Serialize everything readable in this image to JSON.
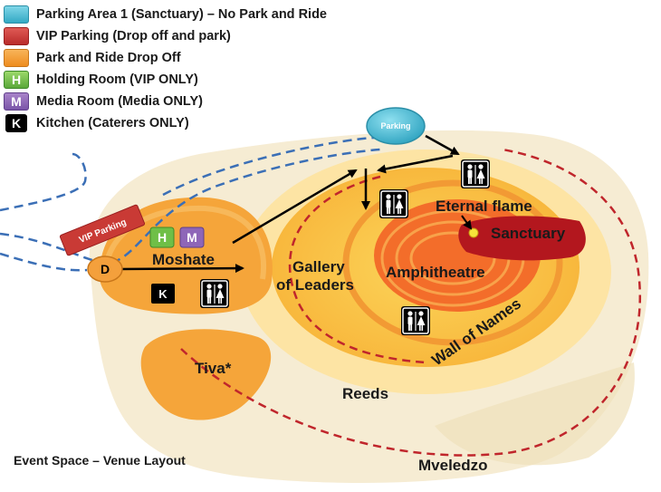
{
  "legend": [
    {
      "key": "parking-area",
      "text": "Parking Area 1 (Sanctuary) – No Park and Ride",
      "mark": "",
      "color": "#4fc0d8",
      "icon": "blue-swatch"
    },
    {
      "key": "vip-parking",
      "text": "VIP Parking (Drop off and park)",
      "mark": "",
      "color": "#c93a35",
      "icon": "red-swatch"
    },
    {
      "key": "park-and-ride",
      "text": "Park and Ride Drop Off",
      "mark": "",
      "color": "#f4a03c",
      "icon": "orange-swatch"
    },
    {
      "key": "holding-room",
      "text": "Holding Room (VIP ONLY)",
      "mark": "H",
      "color": "#6fbf47",
      "icon": "h-badge"
    },
    {
      "key": "media-room",
      "text": "Media Room (Media ONLY)",
      "mark": "M",
      "color": "#8e66b8",
      "icon": "m-badge"
    },
    {
      "key": "kitchen",
      "text": "Kitchen (Caterers ONLY)",
      "mark": "K",
      "color": "#000000",
      "icon": "k-badge"
    }
  ],
  "map": {
    "parking_bubble": "Parking",
    "vip_parking_sign": "VIP Parking",
    "dropoff_marker": "D",
    "moshate_badges": {
      "h": "H",
      "m": "M",
      "k": "K"
    },
    "places": {
      "moshate": "Moshate",
      "tiva": "Tiva*",
      "gallery_line1": "Gallery",
      "gallery_line2": "of Leaders",
      "amphitheatre": "Amphitheatre",
      "eternal_flame": "Eternal flame",
      "sanctuary": "Sanctuary",
      "wall_of_names": "Wall of Names",
      "reeds": "Reeds",
      "mveledzo": "Mveledzo"
    },
    "icons": [
      "restroom-icon",
      "parking-bubble",
      "vip-parking-sign",
      "dropoff-marker"
    ]
  },
  "caption": "Event Space – Venue Layout",
  "colors": {
    "route_dashes": "#3b6fb6",
    "boundary_dashes": "#c0262c",
    "ground": "#f6ecd3",
    "moshate_fill": "#f5a53a",
    "gallery_fill": "#fbc93d",
    "amphitheatre_fill": "#f36d2a",
    "sanctuary_fill": "#b3171e",
    "arrows": "#000000"
  }
}
